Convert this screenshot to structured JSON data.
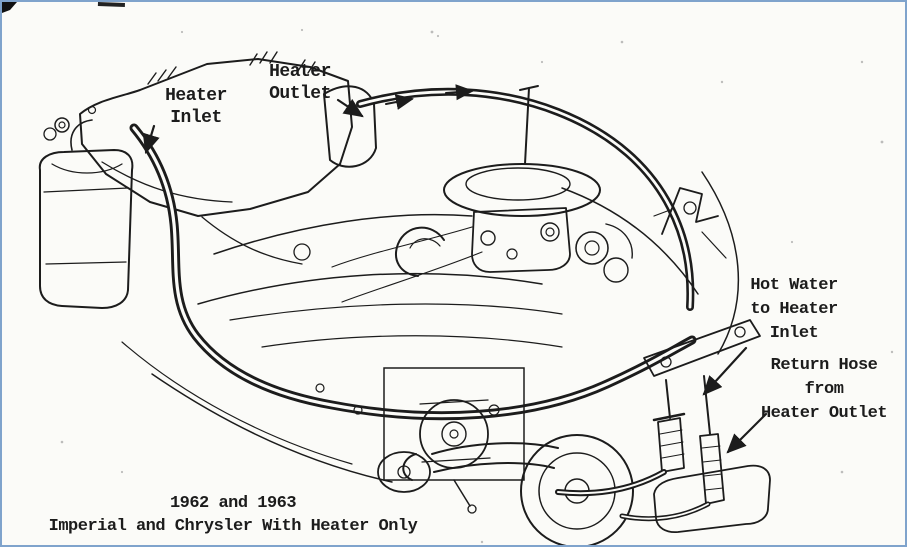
{
  "colors": {
    "paper": "#fbfbf8",
    "ink": "#1c1c1c",
    "frame": "#7fa3cc"
  },
  "diagram": {
    "labels": {
      "heater_inlet": "Heater\nInlet",
      "heater_outlet": "Heater\nOutlet",
      "hot_water_to_heater_inlet": "Hot Water\nto Heater\nInlet",
      "return_hose_from_heater_outlet": "Return Hose\nfrom\nHeater Outlet"
    },
    "caption": "1962 and 1963\nImperial and Chrysler With Heater Only"
  }
}
